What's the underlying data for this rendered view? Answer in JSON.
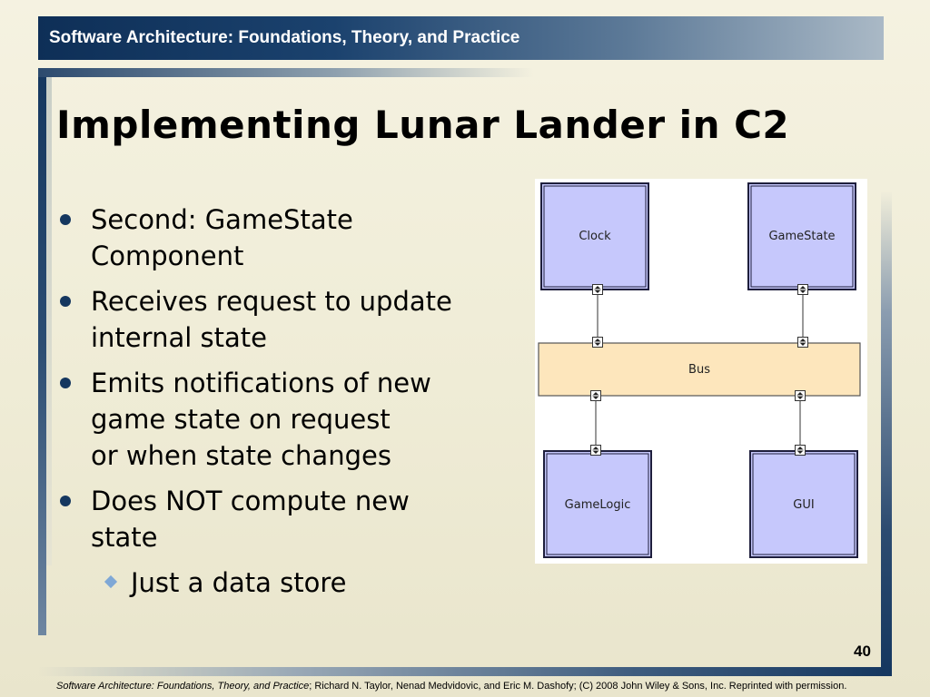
{
  "header": {
    "title": "Software Architecture: Foundations, Theory, and Practice"
  },
  "slide": {
    "title": "Implementing Lunar Lander in C2",
    "bullets": [
      {
        "lines": [
          "Second: GameState",
          "Component"
        ]
      },
      {
        "lines": [
          "Receives request to update",
          "internal state"
        ]
      },
      {
        "lines": [
          "Emits notifications of new",
          "game state on request",
          "or when state changes"
        ]
      },
      {
        "lines": [
          "Does NOT compute new",
          "state"
        ]
      }
    ],
    "sub_bullet": "Just a data store",
    "page_number": "40"
  },
  "diagram": {
    "nodes": {
      "clock": "Clock",
      "gamestate": "GameState",
      "bus": "Bus",
      "gamelogic": "GameLogic",
      "gui": "GUI"
    },
    "colors": {
      "component_fill": "#c6c8fc",
      "component_border": "#1e1e3c",
      "bus_fill": "#fde6bc",
      "bus_border": "#555555",
      "connector": "#333333"
    }
  },
  "footer": {
    "italic_part": "Software Architecture: Foundations, Theory, and Practice",
    "rest": "; Richard N. Taylor, Nenad Medvidovic, and Eric M. Dashofy; (C) 2008 John Wiley & Sons, Inc. Reprinted with permission."
  }
}
